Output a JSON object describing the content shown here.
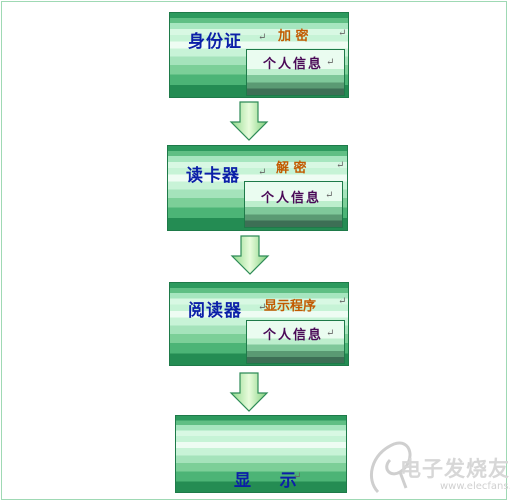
{
  "steps": [
    {
      "title": "身份证",
      "action": "加  密",
      "info": "个人信息"
    },
    {
      "title": "读卡器",
      "action": "解  密",
      "info": "个人信息"
    },
    {
      "title": "阅读器",
      "action": "显示程序",
      "info": "个人信息"
    },
    {
      "title": "显    示"
    }
  ],
  "return_mark": "↵",
  "watermark": {
    "text": "电子发烧友",
    "url": "www.elecfans.com"
  },
  "colors": {
    "box_green": "#2d9a5e",
    "box_light": "#d8f8e3",
    "title_blue": "#0b1fa8",
    "action_orange": "#c25a00",
    "info_purple": "#4a0a57",
    "arrow_light": "#d9f7c8"
  }
}
